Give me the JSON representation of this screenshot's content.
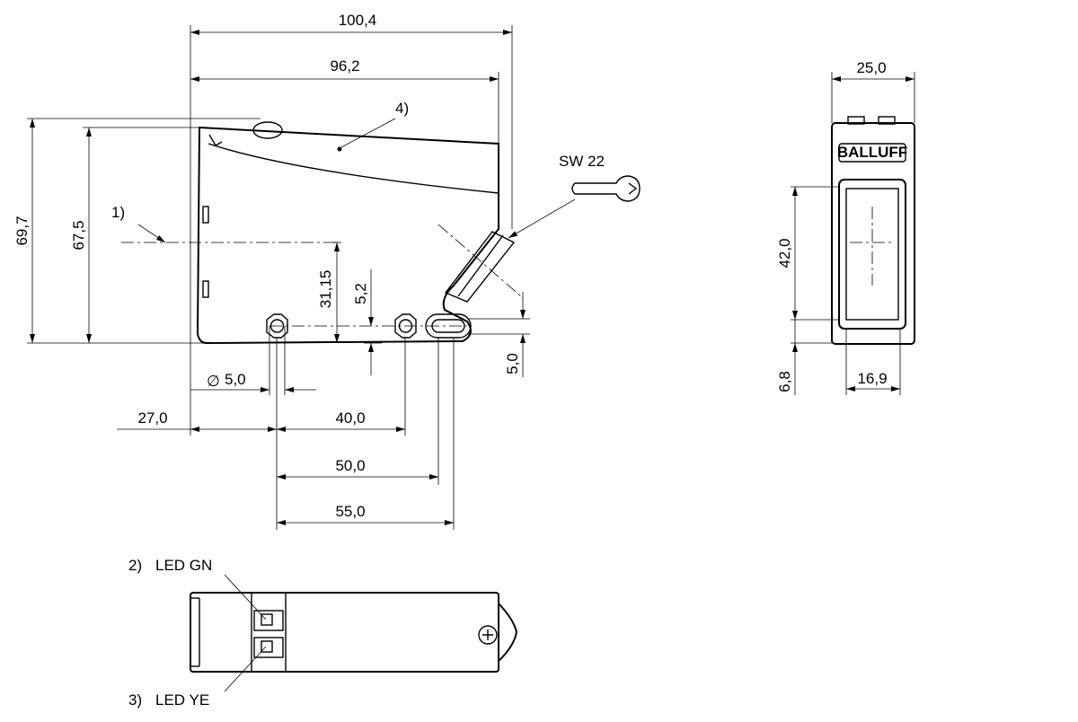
{
  "dimensions": {
    "overall_length": "100,4",
    "body_length": "96,2",
    "overall_height": "69,7",
    "body_height": "67,5",
    "optical_axis_height": "31,15",
    "lens_offset": "5,2",
    "slot_width": "5,0",
    "mount_offset": "5,0",
    "hole_diameter": "5,0",
    "hole_from_front": "27,0",
    "hole_spacing_1": "40,0",
    "hole_spacing_2": "50,0",
    "hole_spacing_3": "55,0",
    "front_width": "25,0",
    "lens_height": "42,0",
    "lens_bottom_offset": "6,8",
    "lens_width": "16,9",
    "diameter_symbol": "∅"
  },
  "callouts": {
    "note1": "1)",
    "note4": "4)",
    "wrench": "SW 22",
    "led_green_num": "2)",
    "led_green_label": "LED GN",
    "led_yellow_num": "3)",
    "led_yellow_label": "LED YE"
  },
  "brand": "BALLUFF"
}
